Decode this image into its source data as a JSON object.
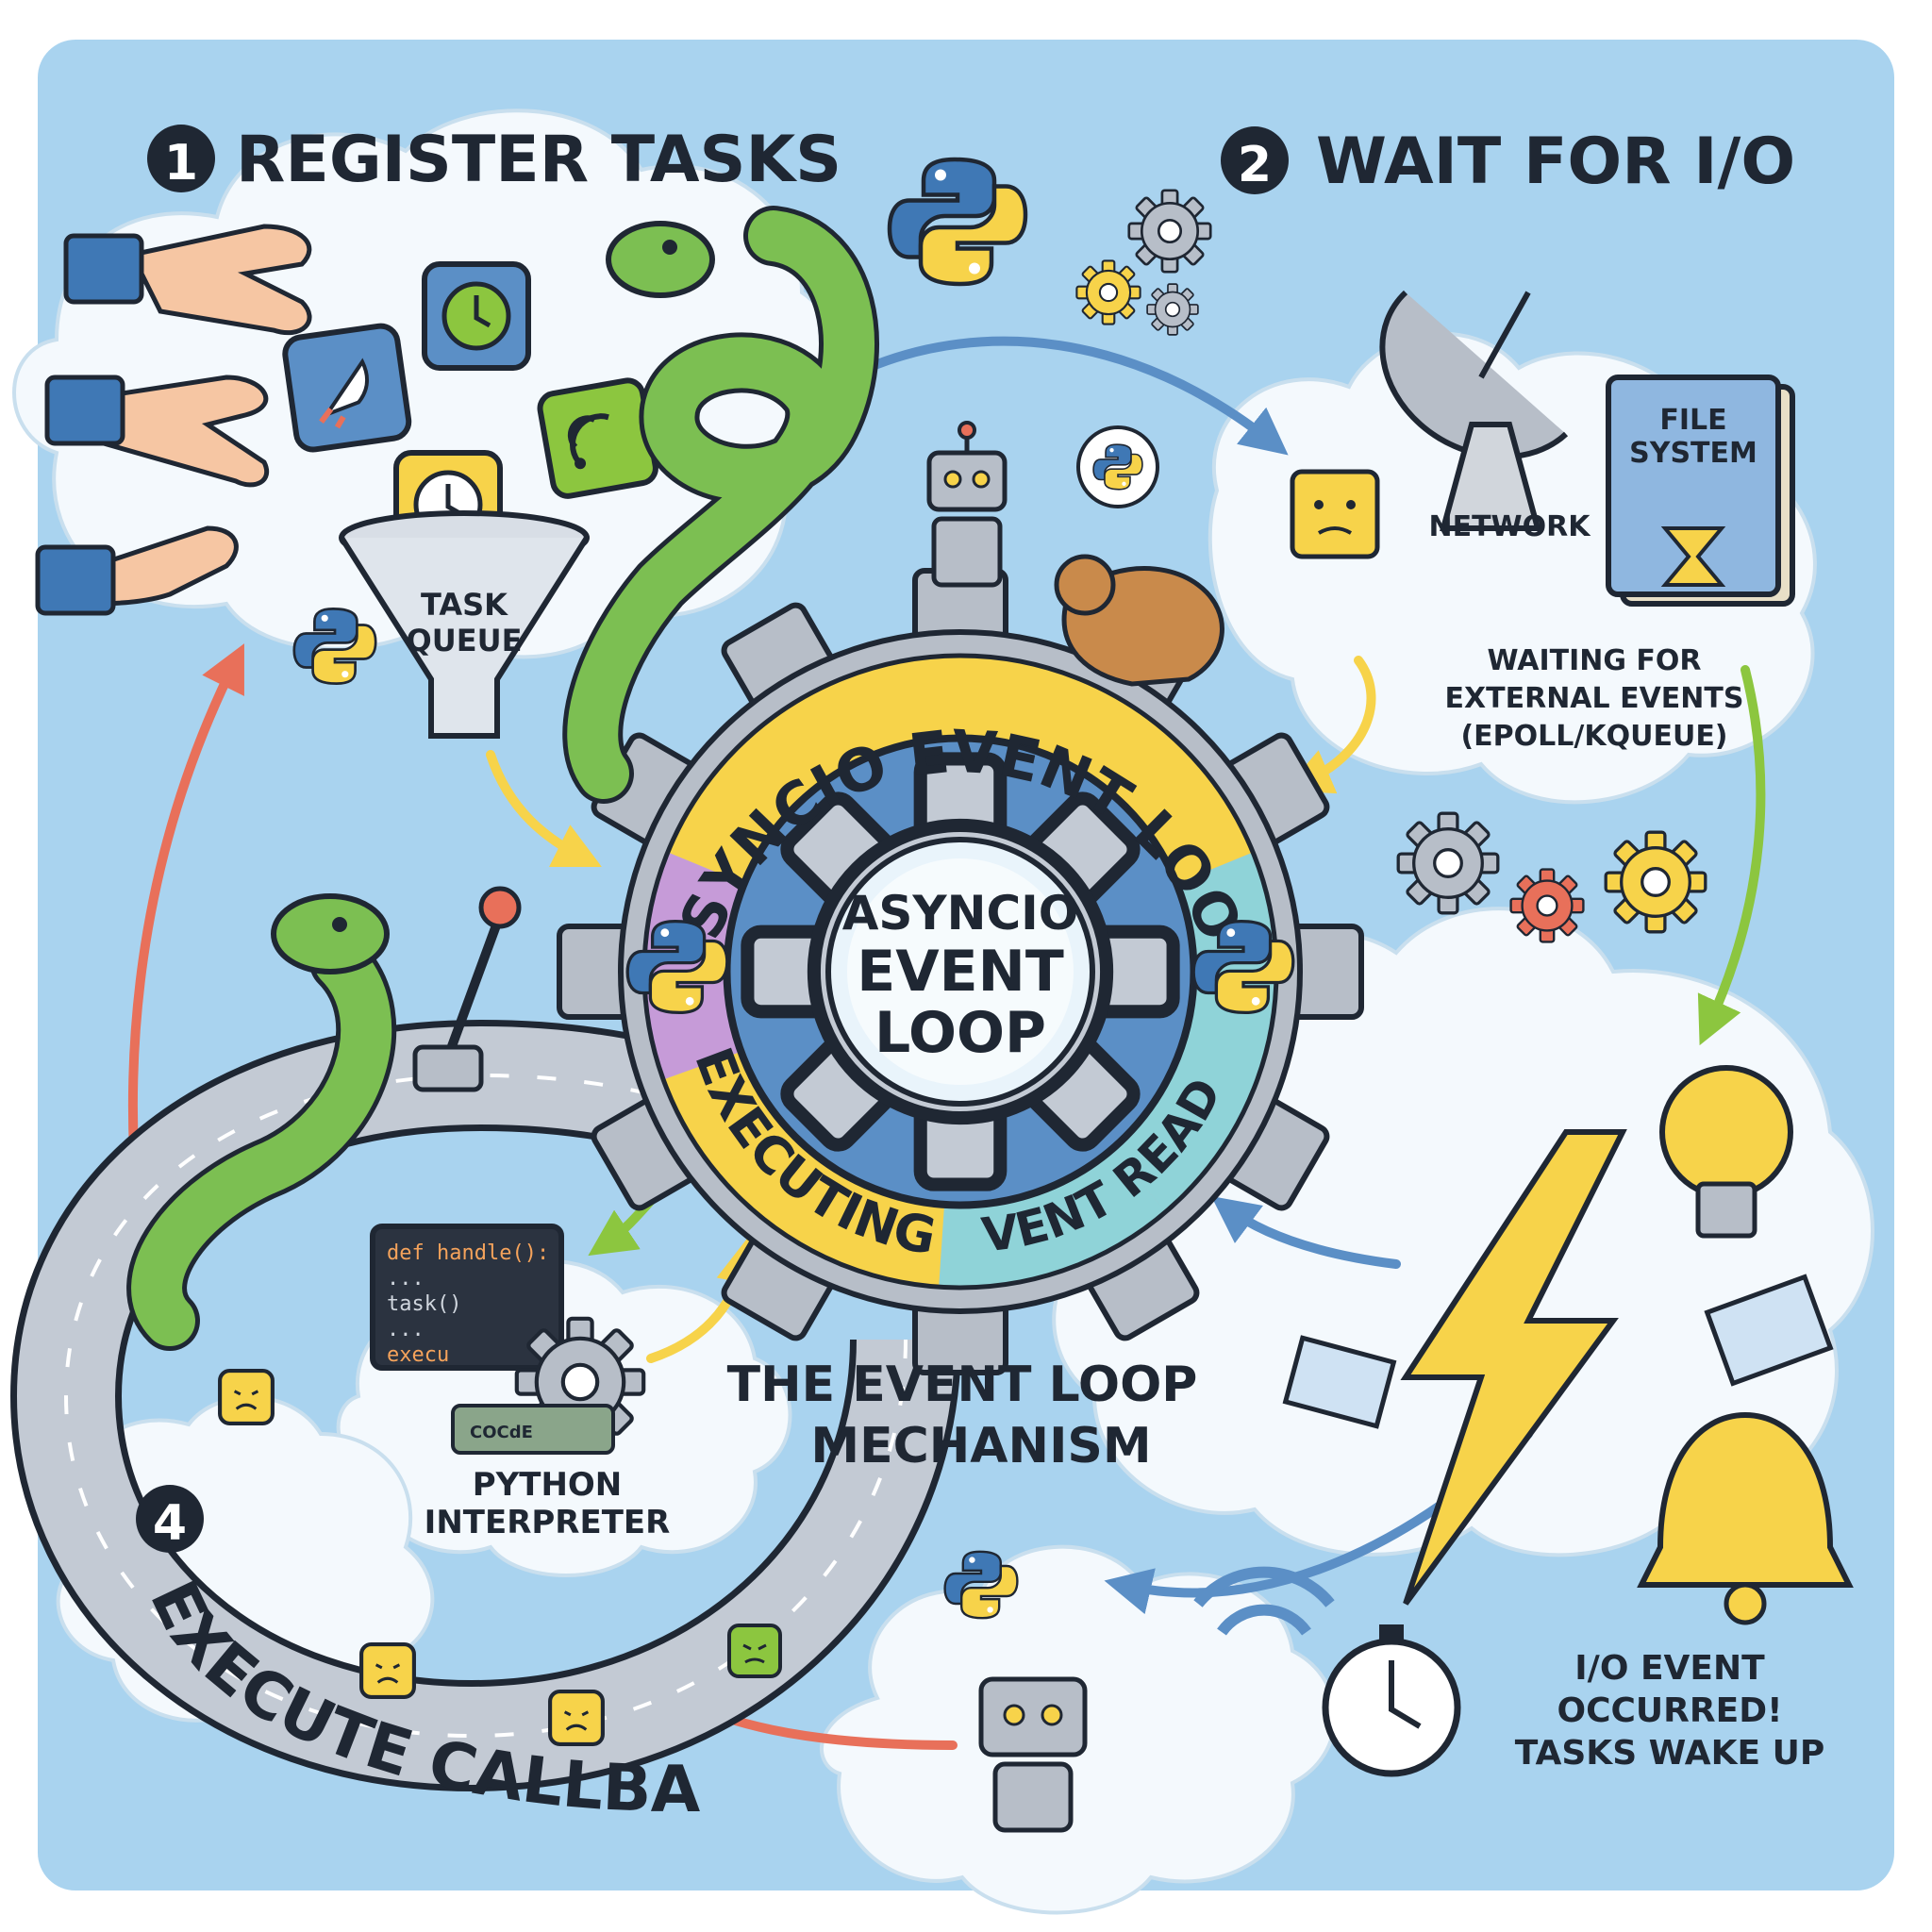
{
  "steps": {
    "register": {
      "number": "1",
      "title": "REGISTER TASKS"
    },
    "wait": {
      "number": "2",
      "title": "WAIT FOR I/O"
    },
    "execute": {
      "number": "4",
      "title": "EXECUTE CALLBACKS"
    }
  },
  "queue": {
    "line1": "TASK",
    "line2": "QUEUE"
  },
  "loop": {
    "ring_title": "ASYNCIO EVENT LOOP",
    "center_line1": "ASYNCIO",
    "center_line2": "EVENT",
    "center_line3": "LOOP",
    "phase_executing": "EXECUTING",
    "phase_event_ready": "EVENT READY"
  },
  "mechanism": {
    "line1": "THE EVENT LOOP",
    "line2": "MECHANISM"
  },
  "io": {
    "network": "NETWORK",
    "file_system_line1": "FILE",
    "file_system_line2": "SYSTEM",
    "waiting_line1": "WAITING FOR",
    "waiting_line2": "EXTERNAL EVENTS",
    "waiting_line3": "(EPOLL/KQUEUE)"
  },
  "interpreter": {
    "line1": "PYTHON",
    "line2": "INTERPRETER",
    "code": [
      "def handle():",
      "  ...",
      "  task()",
      "  ...",
      "  execu"
    ],
    "badge": "COCdE"
  },
  "event": {
    "line1": "I/O EVENT",
    "line2": "OCCURRED!",
    "line3": "TASKS WAKE UP"
  },
  "colors": {
    "sky": "#a9d3ef",
    "cloud": "#f4f9fd",
    "gear": "#b7bec8",
    "yellow": "#f7d34a",
    "purple": "#c69bd8",
    "teal": "#8fd3d8",
    "blue": "#5b8fc6",
    "green": "#8cc63f",
    "red": "#e8705a",
    "snake": "#7cbf52"
  },
  "icons": [
    "python-logo-icon",
    "gear-icon",
    "clock-icon",
    "wifi-icon",
    "rocket-icon",
    "satellite-dish-icon",
    "book-icon",
    "hourglass-icon",
    "lightning-icon",
    "lightbulb-icon",
    "bell-icon",
    "stopwatch-icon",
    "envelope-icon",
    "robot-icon",
    "cat-icon",
    "snake-icon",
    "lever-icon",
    "funnel-icon"
  ]
}
